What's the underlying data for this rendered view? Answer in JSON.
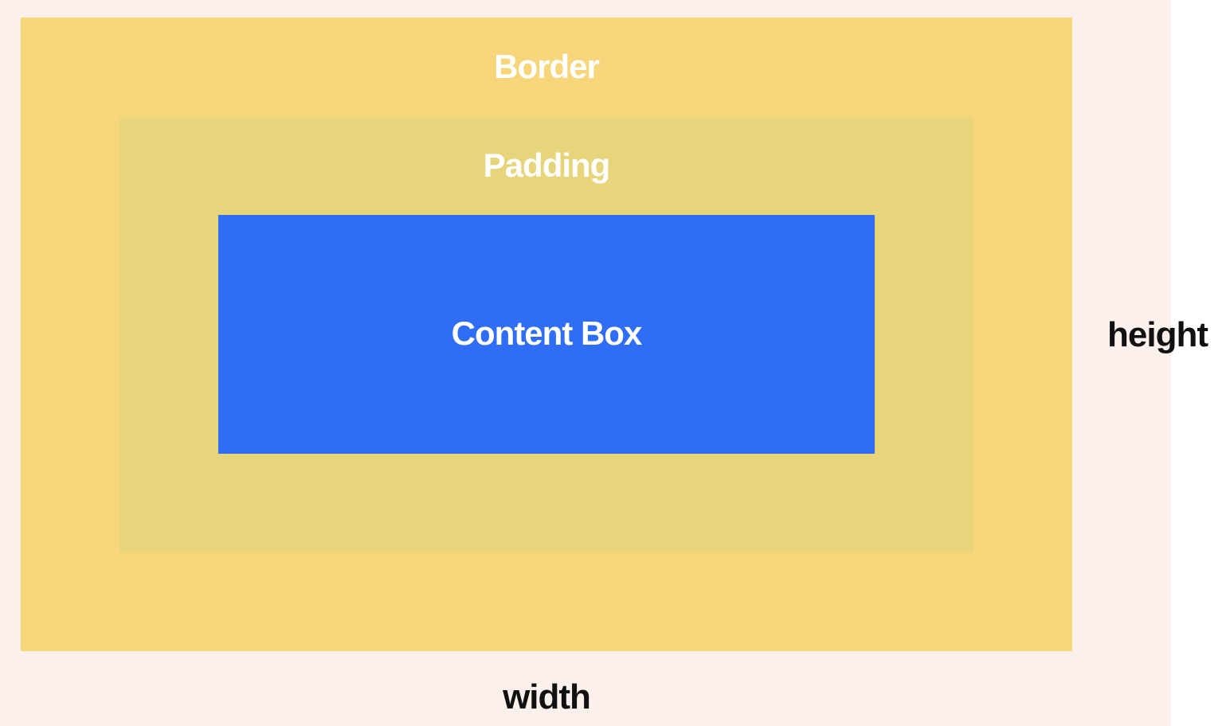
{
  "diagram": {
    "border_label": "Border",
    "padding_label": "Padding",
    "content_label": "Content Box",
    "height_label": "height",
    "width_label": "width"
  },
  "colors": {
    "background": "#fcf0ec",
    "border": "#f7d57a",
    "padding": "#e6d57b",
    "content": "#306df5",
    "label_light": "#ffffff",
    "label_dark": "#111111"
  }
}
